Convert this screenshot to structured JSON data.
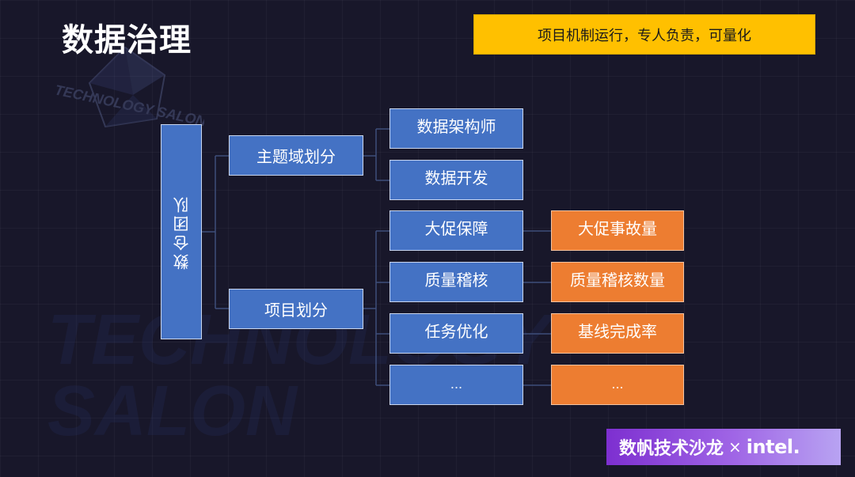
{
  "slide": {
    "title": "数据治理",
    "tagline": "项目机制运行，专人负责，可量化"
  },
  "watermark": {
    "text_small": "TECHNOLOGY SALON",
    "text_large_line1": "TECHNOLOGY",
    "text_large_line2": "SALON"
  },
  "org": {
    "root": "数仓团队",
    "branch1": {
      "label": "主题域划分",
      "children": [
        "数据架构师",
        "数据开发"
      ]
    },
    "branch2": {
      "label": "项目划分",
      "children": [
        "大促保障",
        "质量稽核",
        "任务优化",
        "..."
      ],
      "metrics": [
        "大促事故量",
        "质量稽核数量",
        "基线完成率",
        "..."
      ]
    }
  },
  "colors": {
    "background": "#18172a",
    "node_blue": "#4472c4",
    "node_orange": "#ed7d31",
    "tagline_bg": "#ffc000"
  },
  "brand": {
    "cn": "数帆技术沙龙",
    "sep": "×",
    "partner": "intel."
  }
}
